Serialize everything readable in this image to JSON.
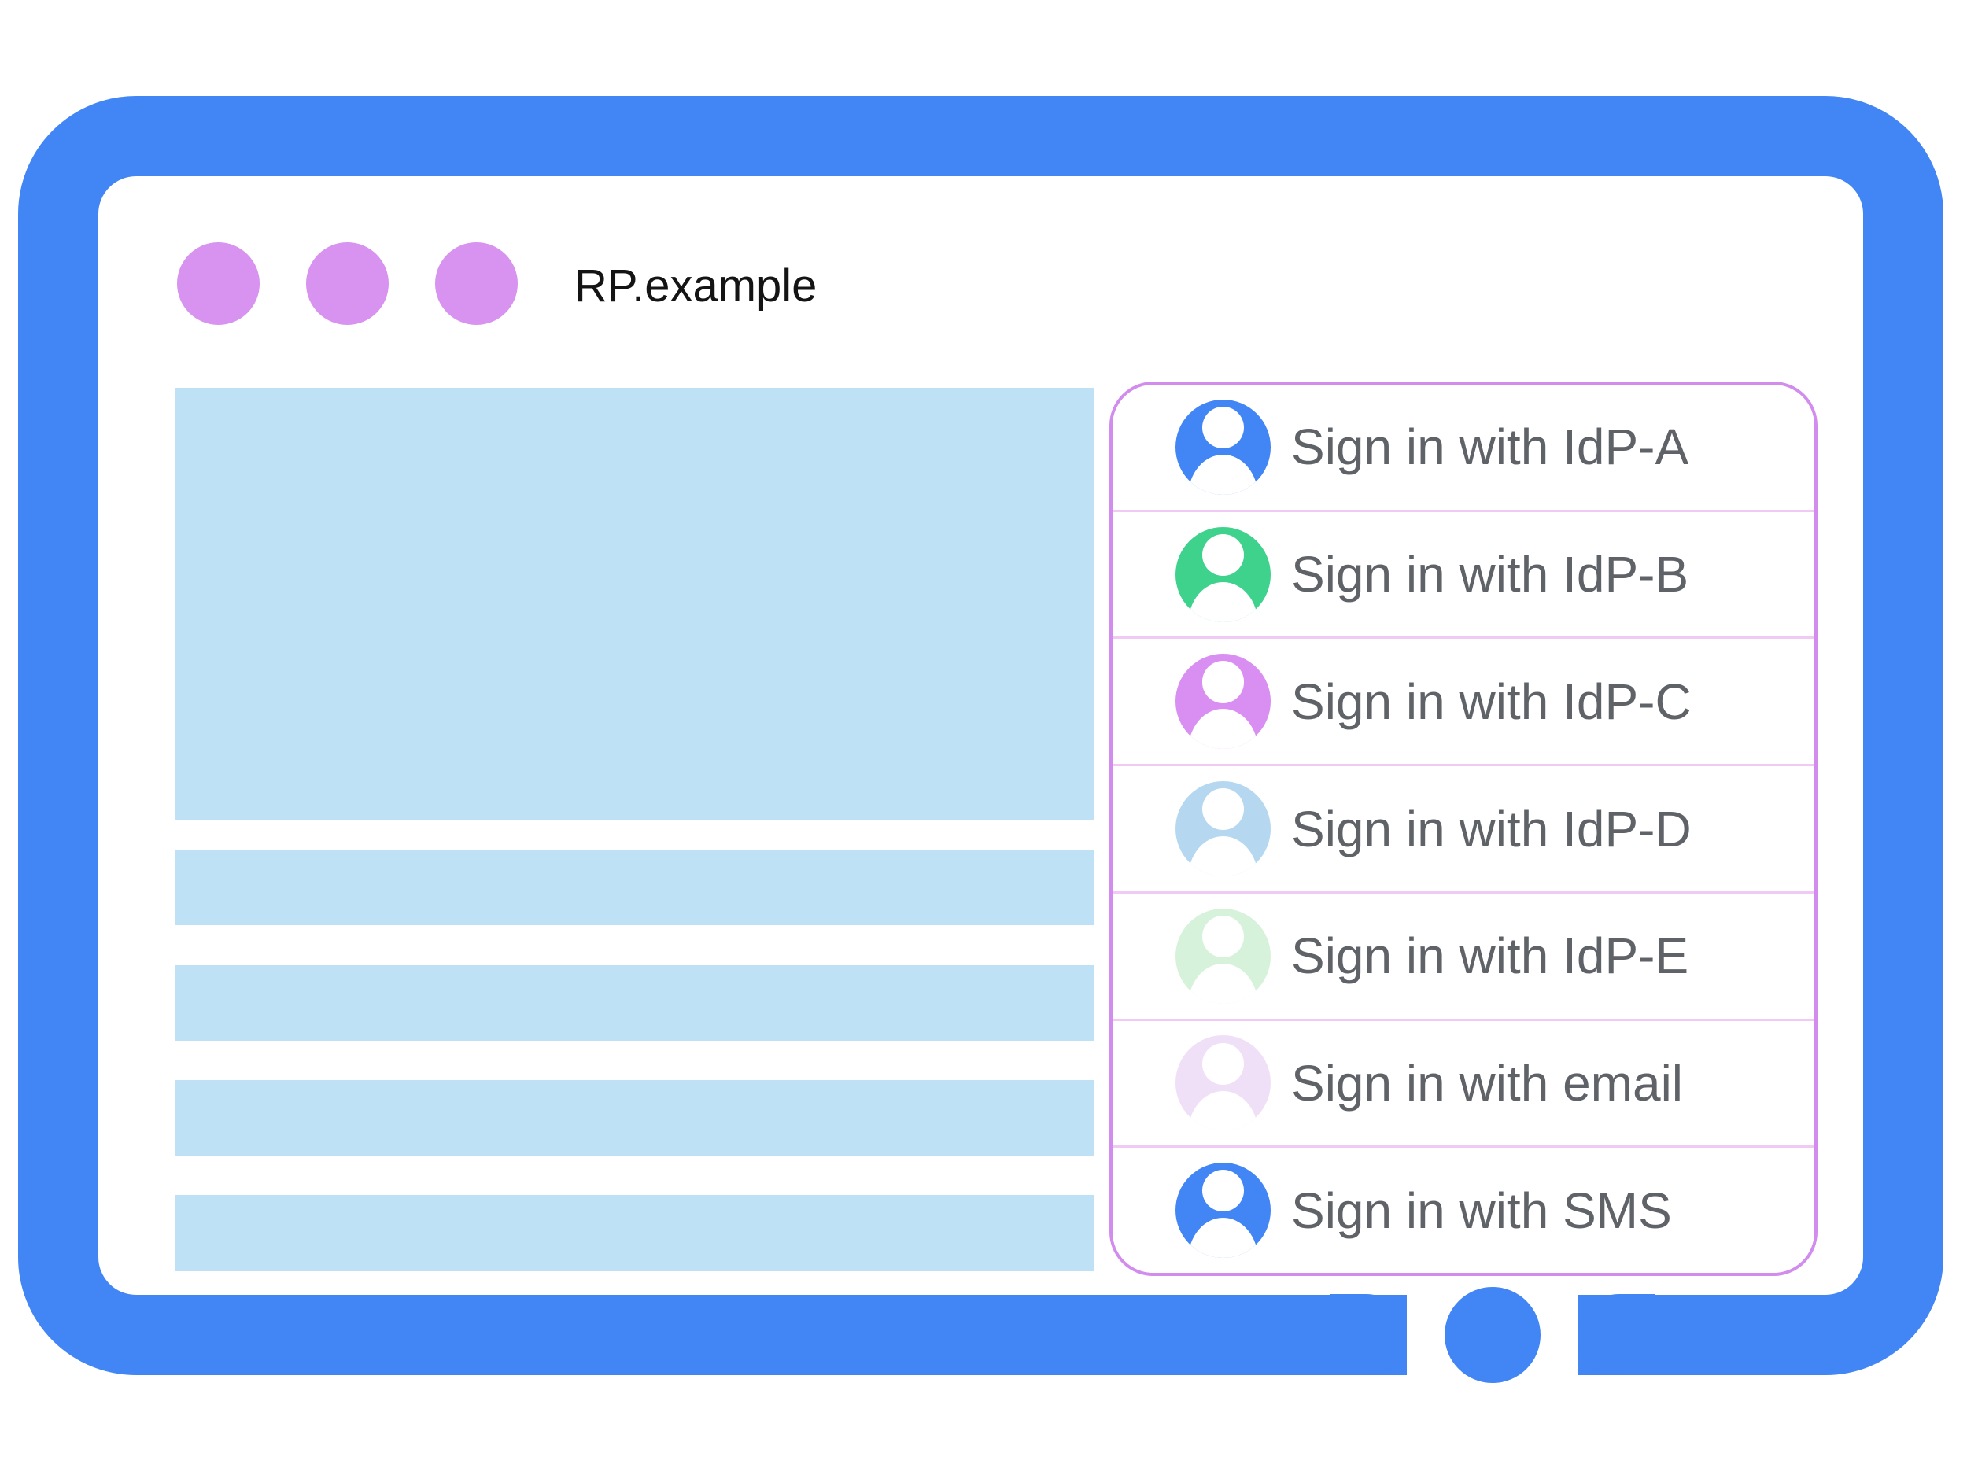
{
  "window": {
    "title": "RP.example",
    "dot_count": 3
  },
  "content": {
    "placeholder_block_count": 5
  },
  "signin_panel": {
    "options": [
      {
        "label": "Sign in with IdP-A",
        "avatar_color": "#4285f4"
      },
      {
        "label": "Sign in with IdP-B",
        "avatar_color": "#3ed28d"
      },
      {
        "label": "Sign in with IdP-C",
        "avatar_color": "#d98ef2"
      },
      {
        "label": "Sign in with IdP-D",
        "avatar_color": "#b5d8f0"
      },
      {
        "label": "Sign in with IdP-E",
        "avatar_color": "#d7f2da"
      },
      {
        "label": "Sign in with email",
        "avatar_color": "#efe0f7"
      },
      {
        "label": "Sign in with SMS",
        "avatar_color": "#4285f4"
      }
    ]
  },
  "colors": {
    "frame_blue": "#4285f4",
    "window_dot_purple": "#d793ef",
    "placeholder_blue": "#bfe1f6",
    "panel_border_purple": "#d18ced",
    "separator_pink": "#f0c9f4",
    "label_gray": "#5f6368",
    "title_black": "#141414"
  }
}
